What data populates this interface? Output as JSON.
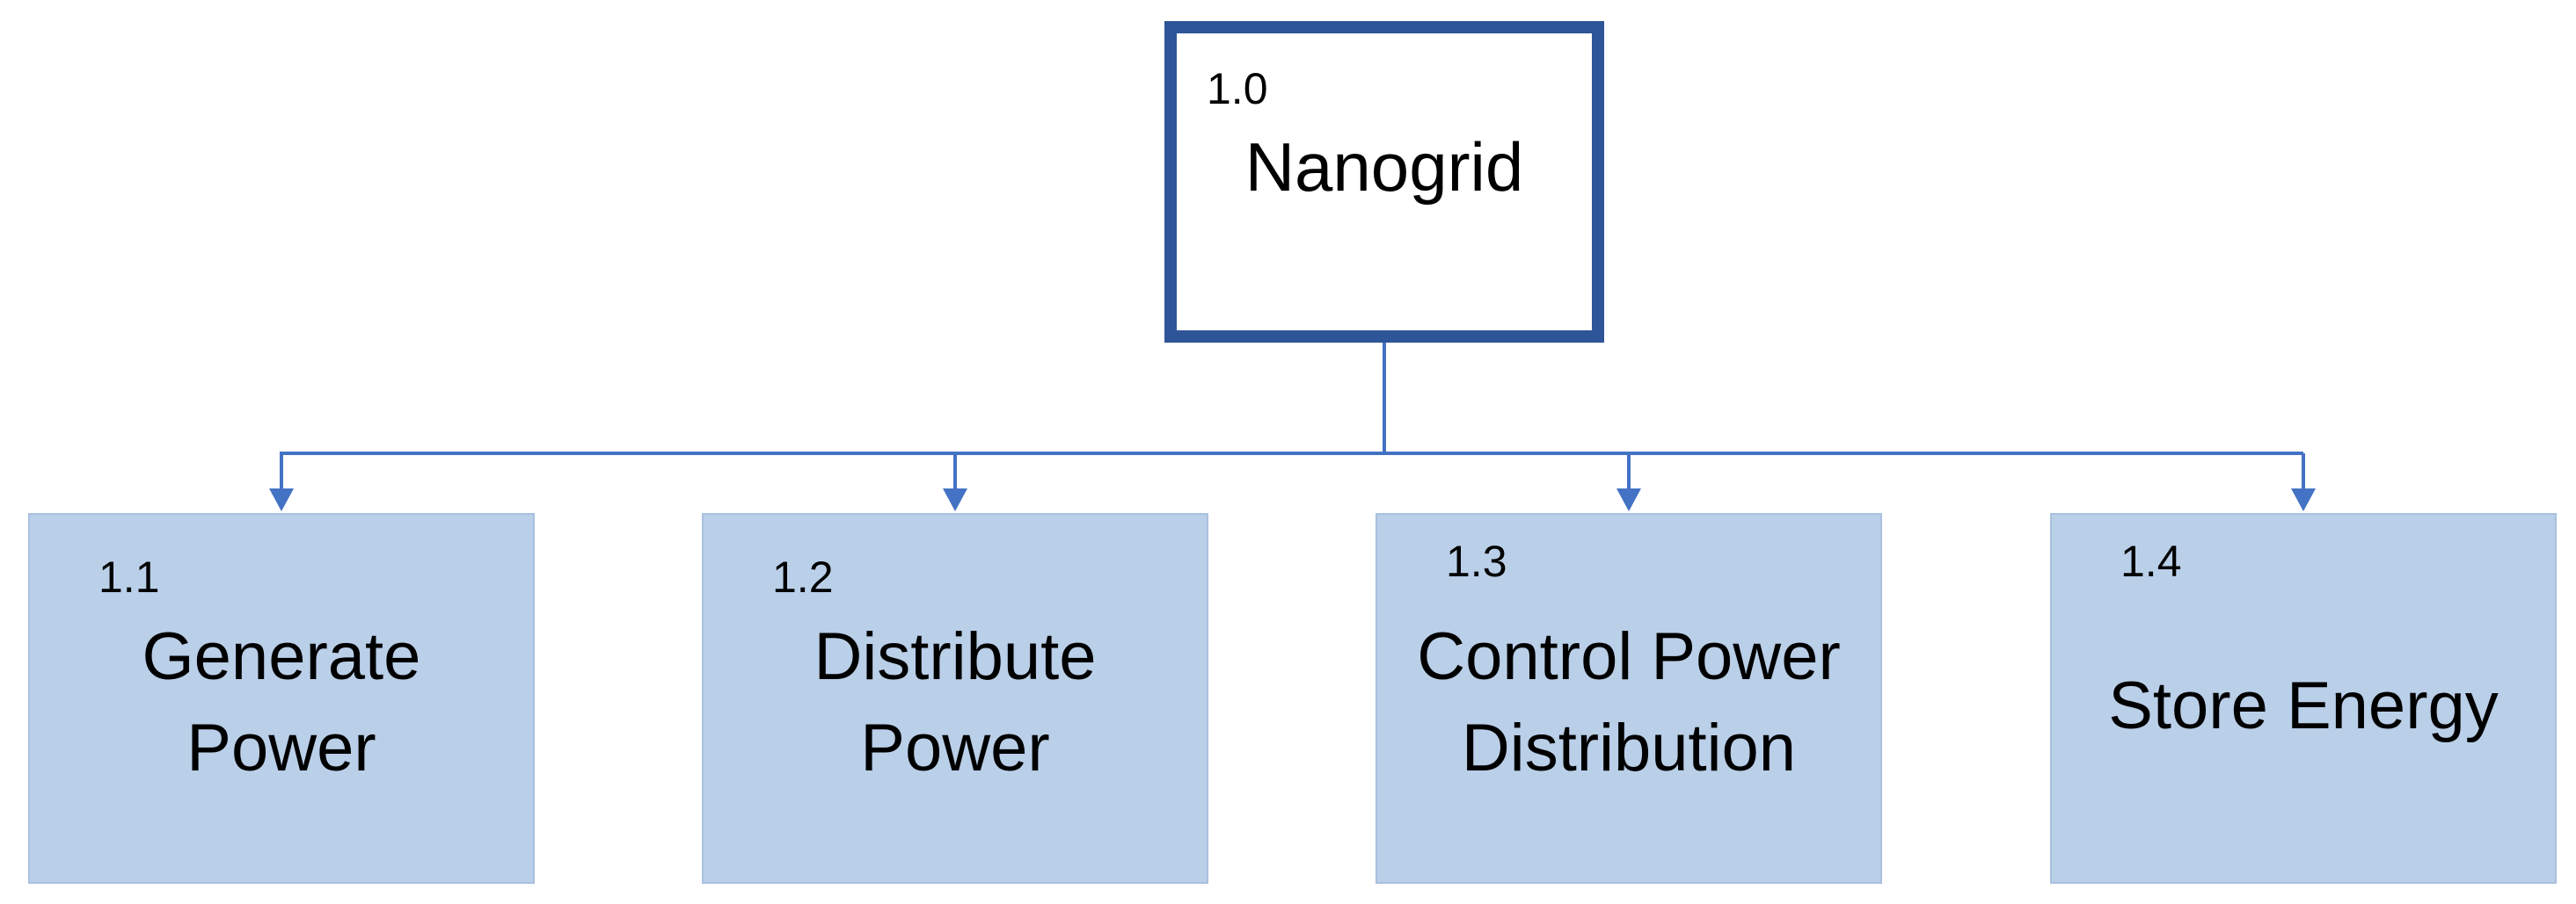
{
  "diagram": {
    "root": {
      "number": "1.0",
      "label": "Nanogrid"
    },
    "children": [
      {
        "number": "1.1",
        "label": "Generate\nPower"
      },
      {
        "number": "1.2",
        "label": "Distribute\nPower"
      },
      {
        "number": "1.3",
        "label": "Control Power\nDistribution"
      },
      {
        "number": "1.4",
        "label": "Store Energy"
      }
    ],
    "colors": {
      "root_border": "#2e5597",
      "child_fill": "#bacfe8",
      "connector": "#4472c4"
    }
  }
}
